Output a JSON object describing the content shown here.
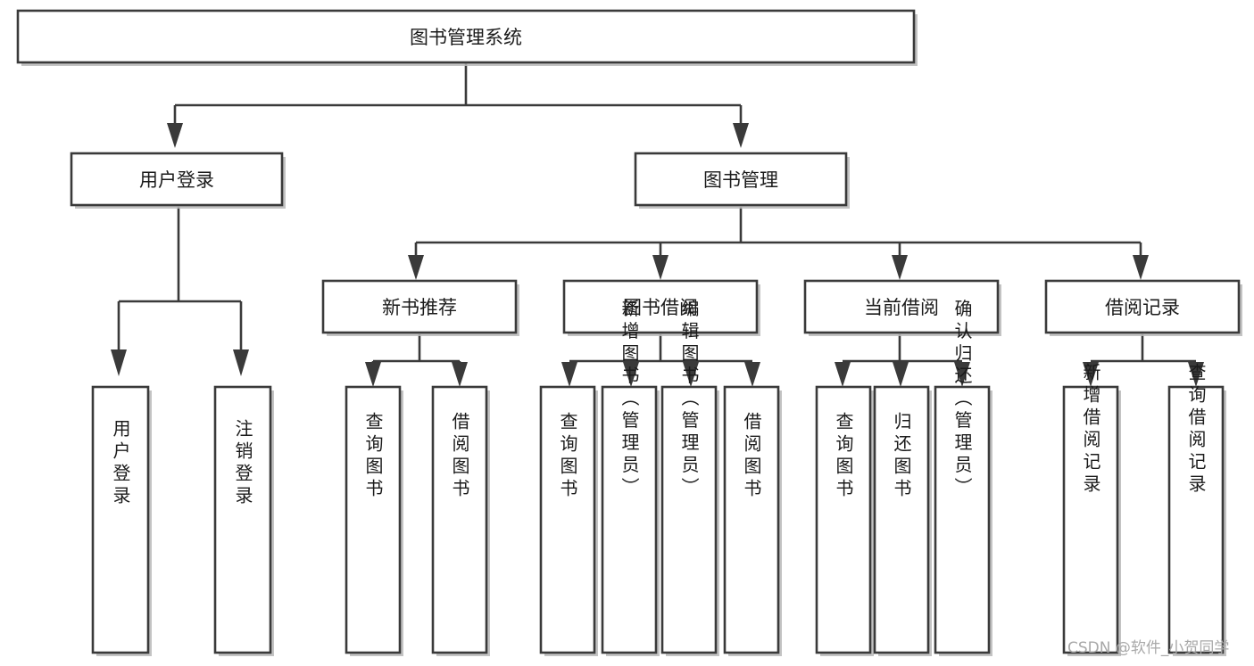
{
  "diagram": {
    "title": "图书管理系统",
    "type": "tree-hierarchy",
    "watermark": "CSDN @软件_小贺同学",
    "colors": {
      "box_stroke": "#3a3a3a",
      "box_fill": "#ffffff",
      "connector": "#3a3a3a",
      "text": "#1b1b1b",
      "watermark": "#a8a8a8",
      "background": "#ffffff"
    },
    "root": {
      "label": "图书管理系统"
    },
    "level2": [
      {
        "label": "用户登录"
      },
      {
        "label": "图书管理"
      }
    ],
    "level3": [
      {
        "label": "新书推荐"
      },
      {
        "label": "图书借阅"
      },
      {
        "label": "当前借阅"
      },
      {
        "label": "借阅记录"
      }
    ],
    "leaves": {
      "user_login": [
        {
          "label": "用户登录"
        },
        {
          "label": "注销登录"
        }
      ],
      "new_book_recommend": [
        {
          "label": "查询图书"
        },
        {
          "label": "借阅图书"
        }
      ],
      "book_borrow": [
        {
          "label": "查询图书"
        },
        {
          "label": "新增图书（管理员）"
        },
        {
          "label": "编辑图书（管理员）"
        },
        {
          "label": "借阅图书"
        }
      ],
      "current_borrow": [
        {
          "label": "查询图书"
        },
        {
          "label": "归还图书"
        },
        {
          "label": "确认归还（管理员）"
        }
      ],
      "borrow_record": [
        {
          "label": "新增借阅记录"
        },
        {
          "label": "查询借阅记录"
        }
      ]
    }
  }
}
